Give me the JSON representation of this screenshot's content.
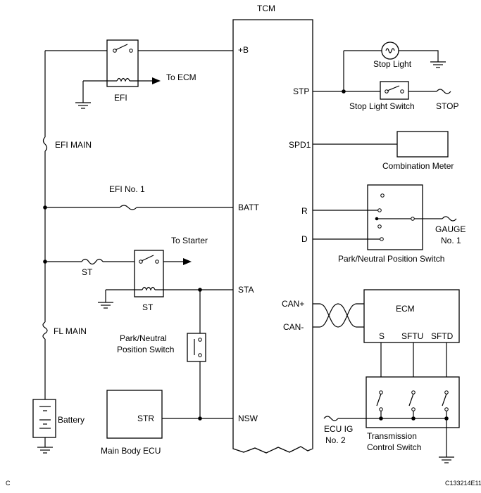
{
  "labels": {
    "tcm": "TCM",
    "plus_b": "+B",
    "to_ecm": "To ECM",
    "efi": "EFI",
    "efi_main": "EFI MAIN",
    "efi_no1": "EFI No. 1",
    "batt": "BATT",
    "to_starter": "To Starter",
    "st_fuse": "ST",
    "st_relay": "ST",
    "sta": "STA",
    "fl_main": "FL MAIN",
    "pn_switch_left_1": "Park/Neutral",
    "pn_switch_left_2": "Position Switch",
    "battery": "Battery",
    "str": "STR",
    "main_body_ecu": "Main Body ECU",
    "nsw": "NSW",
    "stop_light": "Stop Light",
    "stp": "STP",
    "stop_light_switch": "Stop Light Switch",
    "stop": "STOP",
    "spd1": "SPD1",
    "combination_meter": "Combination Meter",
    "r": "R",
    "d": "D",
    "gauge_1": "GAUGE",
    "gauge_2": "No. 1",
    "pn_switch_right": "Park/Neutral Position Switch",
    "can_plus": "CAN+",
    "can_minus": "CAN-",
    "ecm": "ECM",
    "s": "S",
    "sftu": "SFTU",
    "sftd": "SFTD",
    "ecu_ig_1": "ECU IG",
    "ecu_ig_2": "No. 2",
    "tcs_1": "Transmission",
    "tcs_2": "Control Switch",
    "corner": "C",
    "figure_id": "C133214E11"
  }
}
